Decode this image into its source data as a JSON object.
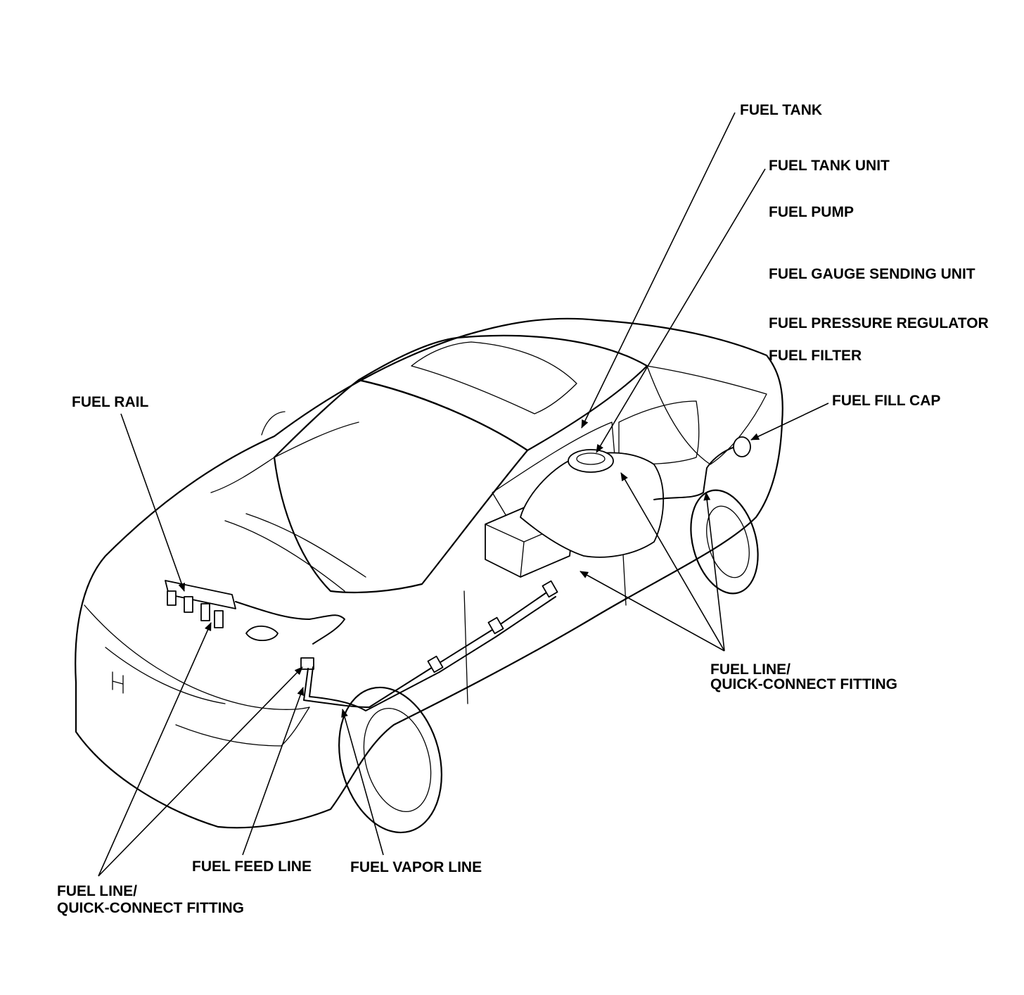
{
  "labels": {
    "fuel_tank": "FUEL TANK",
    "fuel_tank_unit": "FUEL TANK UNIT",
    "fuel_pump": "FUEL PUMP",
    "fuel_gauge_sending_unit": "FUEL GAUGE SENDING UNIT",
    "fuel_pressure_regulator": "FUEL PRESSURE REGULATOR",
    "fuel_filter": "FUEL FILTER",
    "fuel_fill_cap": "FUEL FILL CAP",
    "fuel_rail": "FUEL RAIL",
    "fuel_line_rear_1": "FUEL LINE/",
    "fuel_line_rear_2": "QUICK-CONNECT FITTING",
    "fuel_feed_line": "FUEL FEED LINE",
    "fuel_vapor_line": "FUEL VAPOR LINE",
    "fuel_line_front_1": "FUEL LINE/",
    "fuel_line_front_2": "QUICK-CONNECT FITTING"
  },
  "colors": {
    "line": "#000000",
    "background": "#ffffff"
  }
}
